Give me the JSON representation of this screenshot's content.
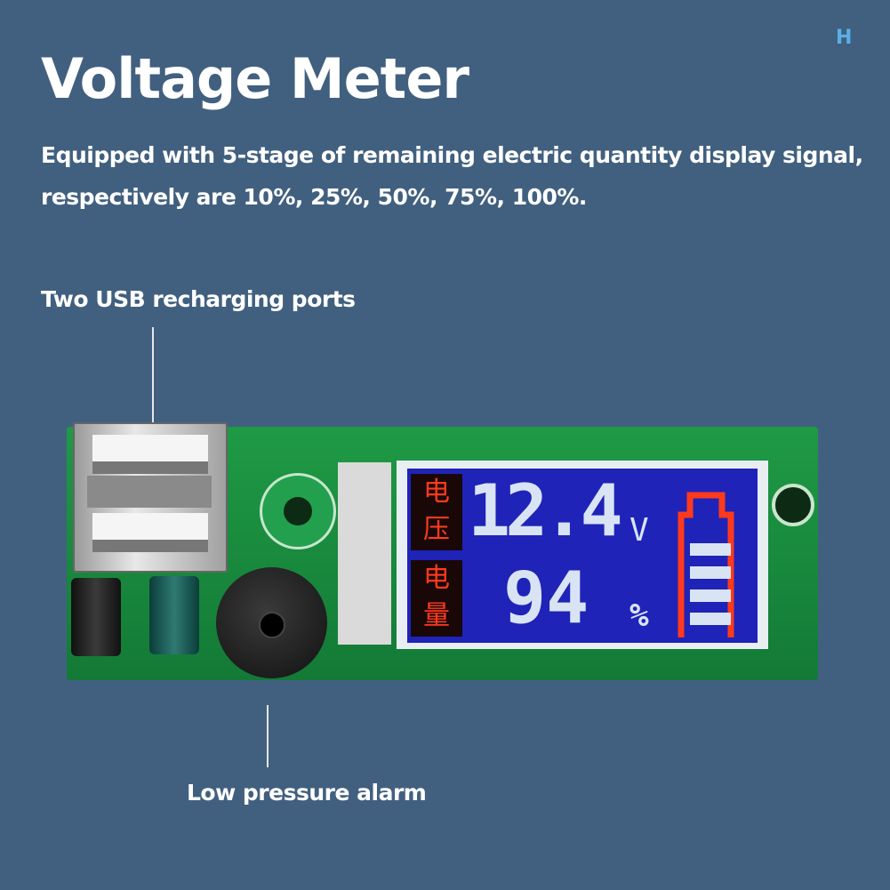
{
  "title": "Voltage Meter",
  "description_lines": [
    "Equipped with 5-stage of remaining electric quantity display signal,",
    "respectively are 10%, 25%, 50%, 75%, 100%."
  ],
  "callouts": {
    "usb": "Two USB recharging ports",
    "alarm": "Low pressure alarm"
  },
  "logo": "H",
  "lcd": {
    "voltage_label": "电压",
    "charge_label": "电量",
    "voltage": "12.4",
    "voltage_unit": "V",
    "charge": "94",
    "charge_unit": "%",
    "battery_bars": 4,
    "battery_bars_max": 4
  },
  "colors": {
    "background": "#41607f",
    "lcd": "#1f23b8",
    "pcb": "#1a8a3e",
    "lcd_red": "#ff3a1c"
  }
}
